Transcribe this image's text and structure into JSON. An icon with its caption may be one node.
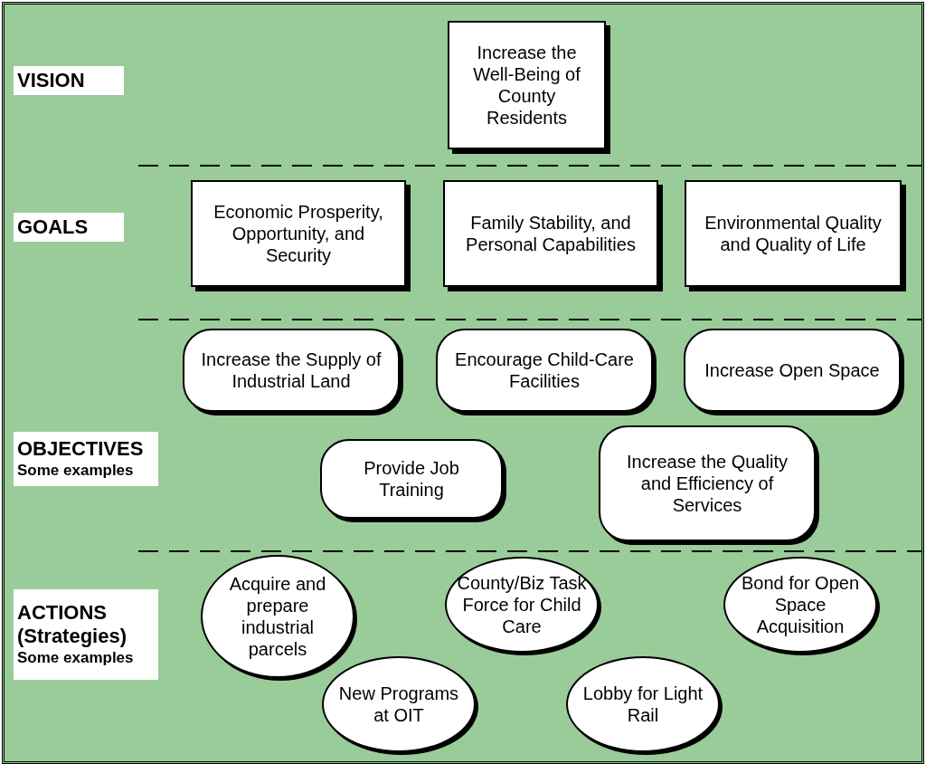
{
  "diagram": {
    "nodes": [
      {
        "text": [
          "VISION"
        ]
      },
      {
        "text": [
          "Increase the Well-Being of County Residents"
        ]
      },
      {
        "text": [
          "GOALS"
        ]
      },
      {
        "text": [
          "Economic Prosperity, Opportunity, and Security"
        ]
      },
      {
        "text": [
          "Family Stability, and Personal Capabilities"
        ]
      },
      {
        "text": [
          "Environmental Quality and Quality of Life"
        ]
      },
      {
        "text": [
          "OBJECTIVES",
          "Some examples"
        ]
      },
      {
        "text": [
          "Increase the Supply of Industrial Land"
        ]
      },
      {
        "text": [
          "Encourage Child-Care Facilities"
        ]
      },
      {
        "text": [
          "Increase Open Space"
        ]
      },
      {
        "text": [
          "Provide Job Training"
        ]
      },
      {
        "text": [
          "Increase the Quality and Efficiency of Services"
        ]
      },
      {
        "text": [
          "ACTIONS (Strategies)",
          "Some examples"
        ]
      },
      {
        "text": [
          "Acquire and prepare industrial parcels"
        ]
      },
      {
        "text": [
          "County/Biz Task Force for Child Care"
        ]
      },
      {
        "text": [
          "Bond for Open Space Acquisition"
        ]
      },
      {
        "text": [
          "New Programs at OIT"
        ]
      },
      {
        "text": [
          "Lobby for Light Rail"
        ]
      }
    ]
  }
}
